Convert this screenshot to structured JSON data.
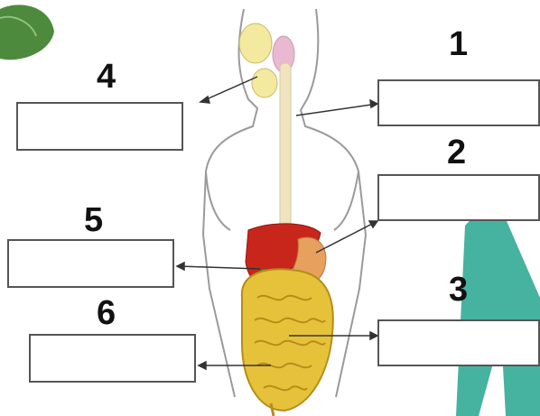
{
  "diagram": {
    "labels": [
      {
        "id": "1",
        "number": "1"
      },
      {
        "id": "2",
        "number": "2"
      },
      {
        "id": "3",
        "number": "3"
      },
      {
        "id": "4",
        "number": "4"
      },
      {
        "id": "5",
        "number": "5"
      },
      {
        "id": "6",
        "number": "6"
      }
    ],
    "answer_boxes": [
      {
        "id": "1",
        "value": ""
      },
      {
        "id": "2",
        "value": ""
      },
      {
        "id": "3",
        "value": ""
      },
      {
        "id": "4",
        "value": ""
      },
      {
        "id": "5",
        "value": ""
      },
      {
        "id": "6",
        "value": ""
      }
    ]
  },
  "colors": {
    "skin_outline": "#9a9a9a",
    "esophagus": "#f0e3c0",
    "liver": "#c9261b",
    "stomach": "#e7a05e",
    "gallbladder": "#4aa838",
    "intestine": "#e6c23a",
    "intestine_dark": "#b58d1a",
    "salivary": "#f3eaa0",
    "throat": "#e8b9d0",
    "watermark_green": "#26a68f",
    "leaf_green": "#4e8a3e"
  }
}
